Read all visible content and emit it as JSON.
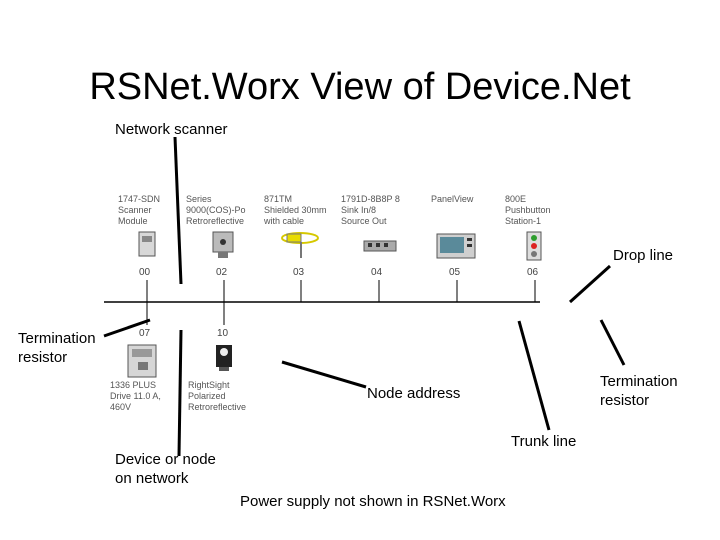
{
  "title": "RSNet.Worx View of Device.Net",
  "annotations": {
    "network_scanner": "Network scanner",
    "drop_line": "Drop line",
    "termination_left": "Termination\nresistor",
    "termination_right": "Termination\nresistor",
    "node_address": "Node address",
    "trunk_line": "Trunk line",
    "device_or_node": "Device or node\non network",
    "power_supply": "Power supply not shown in RSNet.Worx"
  },
  "devices_top": [
    {
      "label": "1747-SDN\nScanner\nModule",
      "address": "00",
      "icon": "scanner-module-icon"
    },
    {
      "label": "Series\n9000(COS)-Po\nRetroreflective",
      "address": "02",
      "icon": "photo-sensor-icon"
    },
    {
      "label": "871TM\nShielded 30mm\nwith cable",
      "address": "03",
      "icon": "prox-sensor-icon"
    },
    {
      "label": "1791D-8B8P 8\nSink In/8\nSource Out",
      "address": "04",
      "icon": "io-block-icon"
    },
    {
      "label": "PanelView",
      "address": "05",
      "icon": "panelview-icon"
    },
    {
      "label": "800E\nPushbutton\nStation-1",
      "address": "06",
      "icon": "pushbutton-station-icon"
    }
  ],
  "devices_bottom": [
    {
      "label": "1336 PLUS\nDrive 11.0 A,\n460V",
      "address": "07",
      "icon": "drive-icon"
    },
    {
      "label": "RightSight\nPolarized\nRetroreflective",
      "address": "10",
      "icon": "rightsight-sensor-icon"
    }
  ]
}
